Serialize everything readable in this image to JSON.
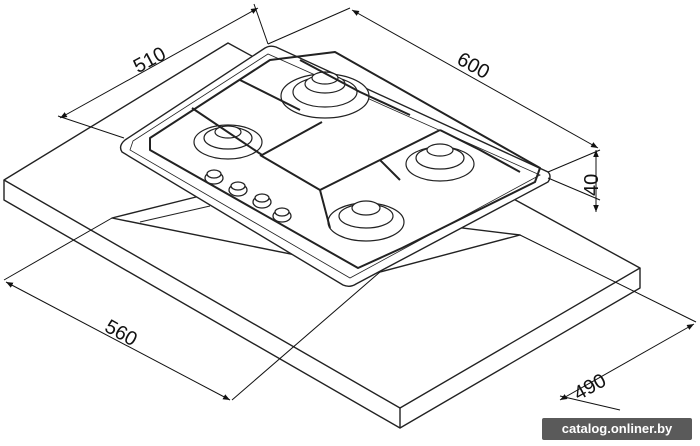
{
  "dimensions": {
    "cabinet_width": "560",
    "cabinet_depth": "490",
    "hob_width": "600",
    "hob_depth": "510",
    "hob_height": "40"
  },
  "watermark": "catalog.onliner.by"
}
